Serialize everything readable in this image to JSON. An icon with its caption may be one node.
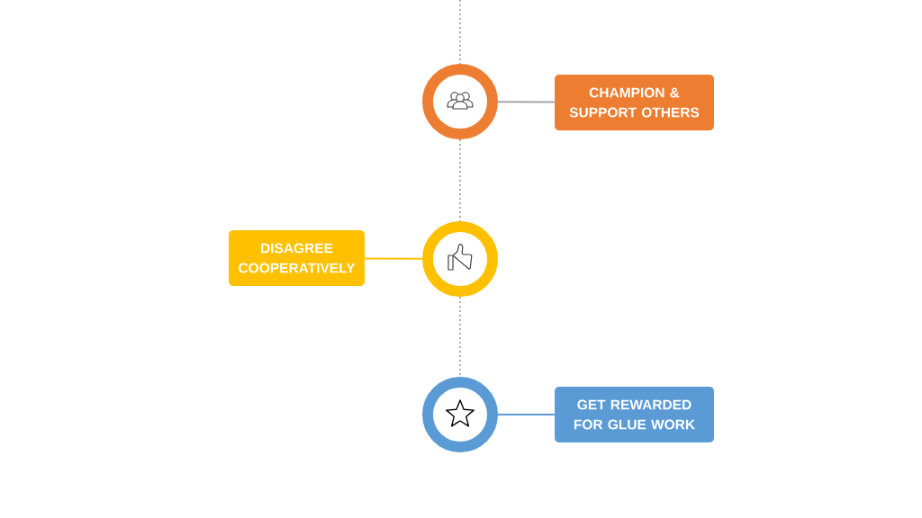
{
  "diagram": {
    "nodes": [
      {
        "text": [],
        "shape": "circle"
      },
      {
        "text": [
          "CHAMPION & SUPPORT OTHERS"
        ]
      },
      {
        "text": [
          "DISAGREE COOPERATIVELY"
        ]
      },
      {
        "text": [],
        "shape": "circle"
      },
      {
        "text": [],
        "shape": "circle"
      },
      {
        "text": [
          "GET REWARDED FOR GLUE WORK"
        ]
      }
    ],
    "edges": [
      {
        "from": null,
        "to": 0,
        "arrow": "none",
        "style": "dashed",
        "color": "#b0b0b0"
      },
      {
        "from": 0,
        "to": 3,
        "arrow": "none",
        "style": "dashed",
        "color": "#b0b0b0"
      },
      {
        "from": 3,
        "to": 4,
        "arrow": "none",
        "style": "dashed",
        "color": "#b0b0b0"
      },
      {
        "from": 0,
        "to": 1,
        "arrow": "none",
        "color": "#a6a6a6"
      },
      {
        "from": 2,
        "to": 3,
        "arrow": "none",
        "color": "#ffc000"
      },
      {
        "from": 4,
        "to": 5,
        "arrow": "none",
        "color": "#5b9bd5"
      }
    ]
  }
}
